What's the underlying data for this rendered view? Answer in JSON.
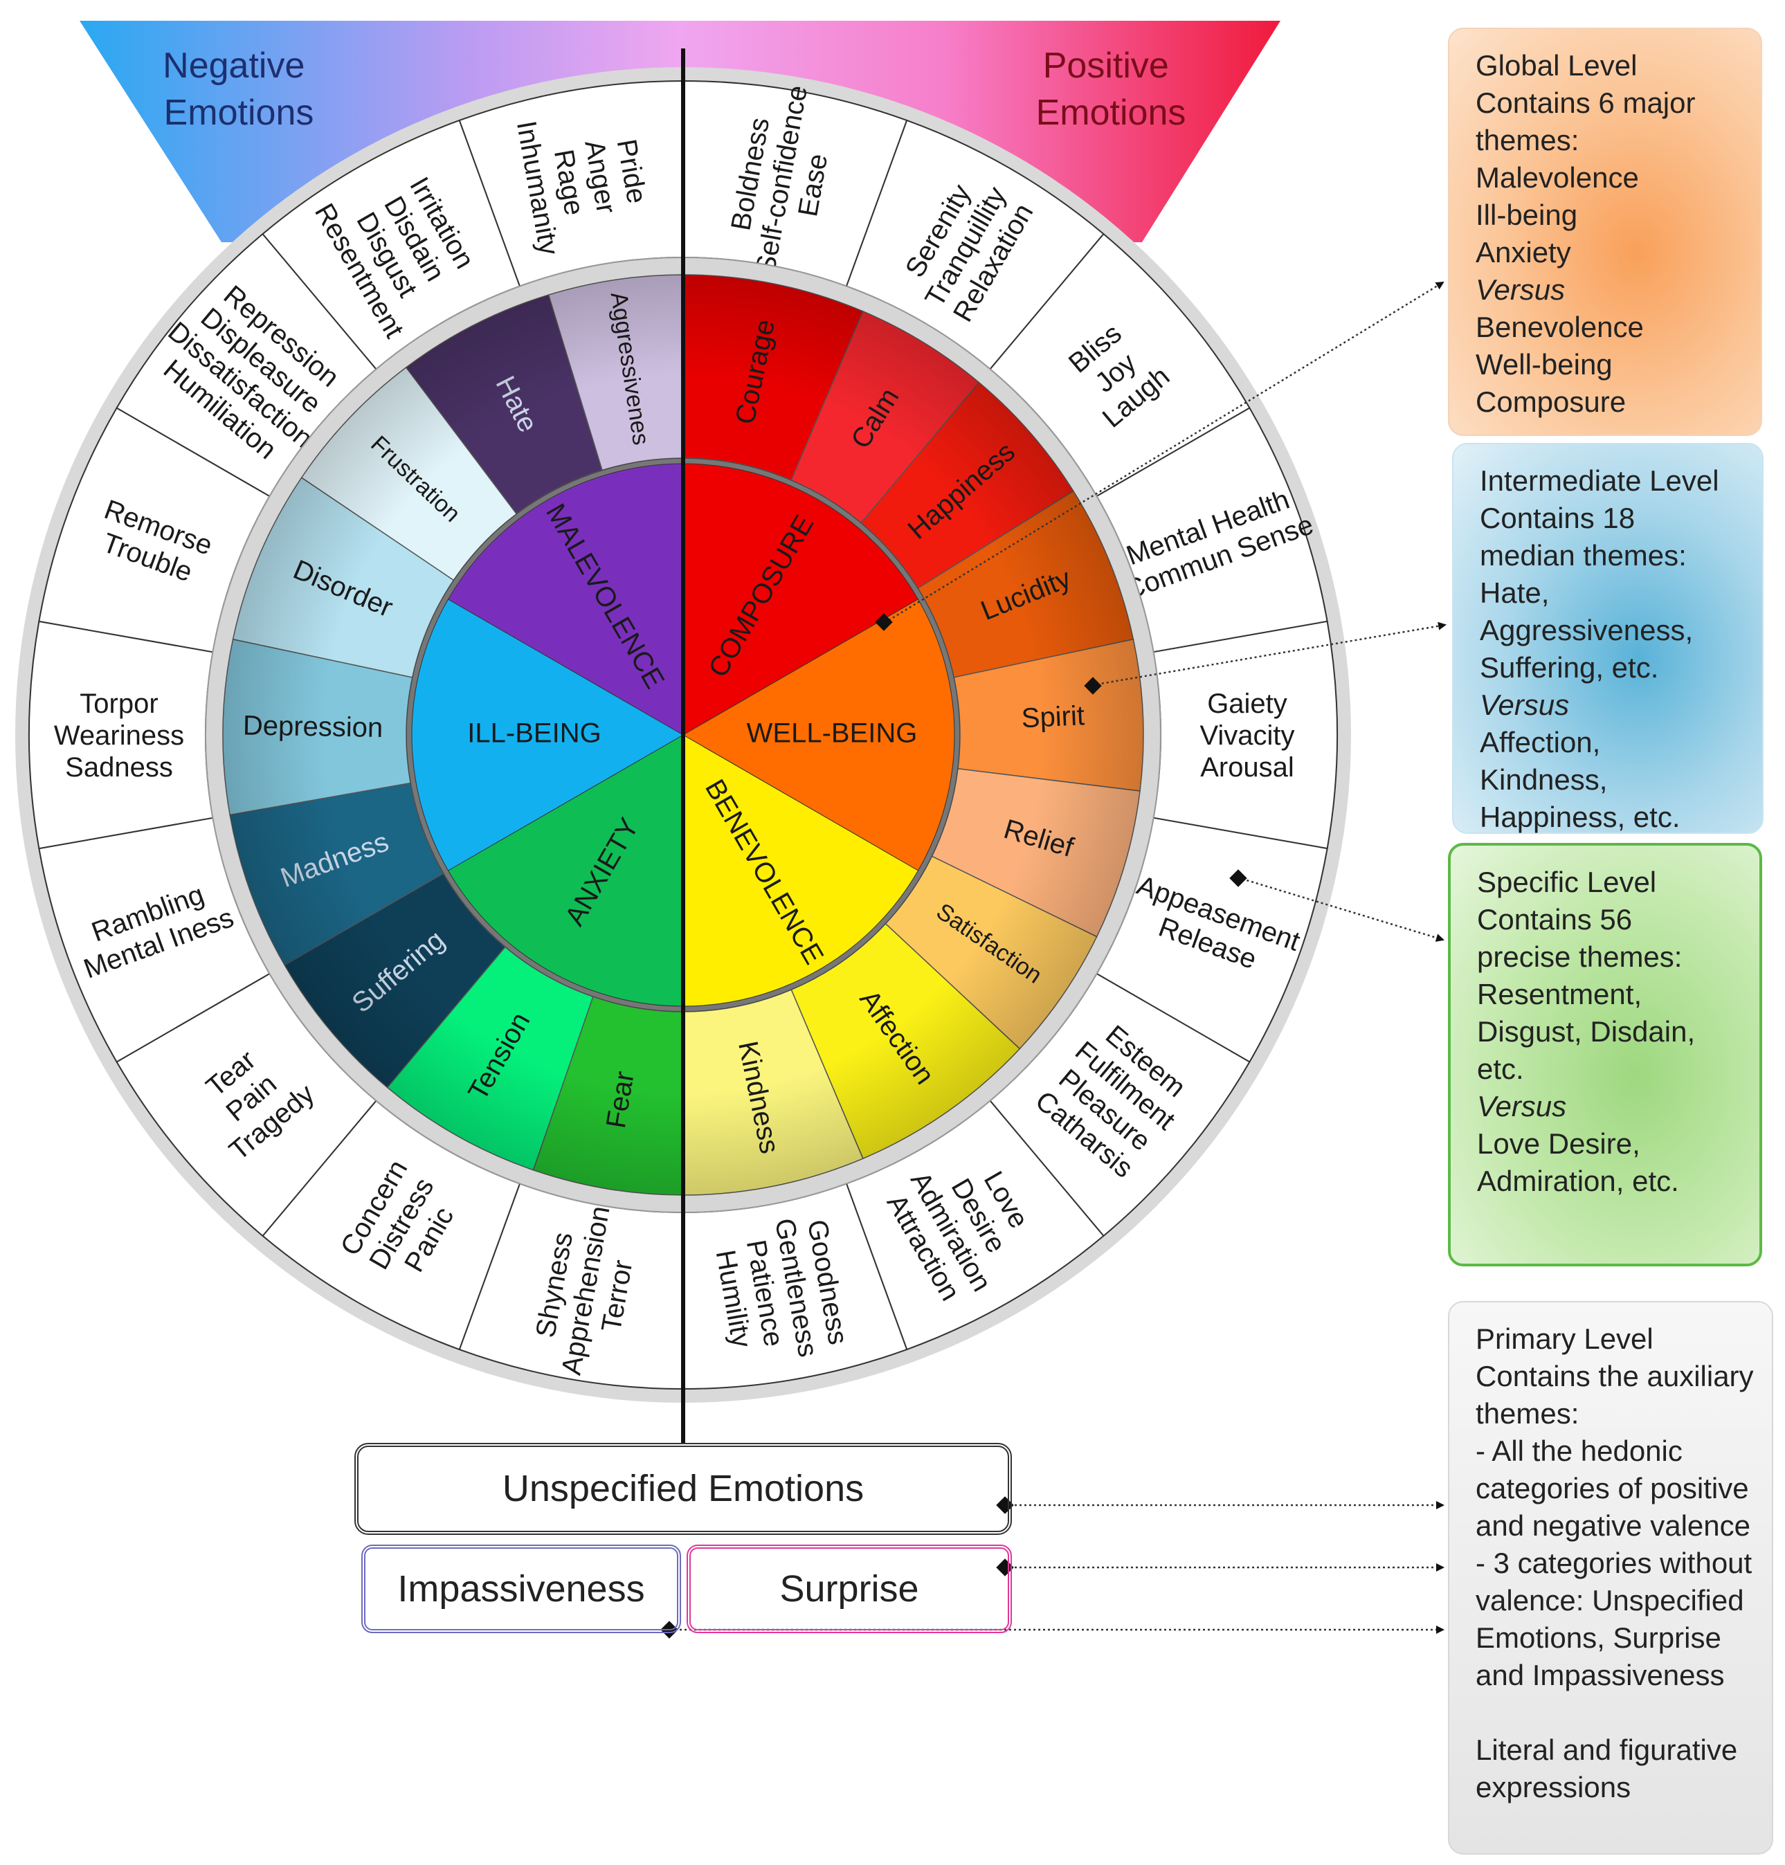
{
  "colors": {
    "composure": "#ee0000",
    "well_being": "#ff6d00",
    "benevolence": "#ffee00",
    "anxiety": "#0fbd55",
    "ill_being": "#13b0f0",
    "malevolence": "#7a2fbc"
  },
  "header": {
    "negative_lines": [
      "Negative",
      "Emotions"
    ],
    "positive_lines": [
      "Positive",
      "Emotions"
    ]
  },
  "wheel": {
    "global": [
      {
        "label": "COMPOSURE",
        "color": "#ee0000"
      },
      {
        "label": "WELL-BEING",
        "color": "#ff6d00"
      },
      {
        "label": "BENEVOLENCE",
        "color": "#ffee00"
      },
      {
        "label": "ANXIETY",
        "color": "#0fbd55"
      },
      {
        "label": "ILL-BEING",
        "color": "#13b0f0"
      },
      {
        "label": "MALEVOLENCE",
        "color": "#7a2fbc"
      }
    ],
    "intermediate": [
      {
        "label": "Courage",
        "color": "#e80000"
      },
      {
        "label": "Calm",
        "color": "#f5272e"
      },
      {
        "label": "Happiness",
        "color": "#f01b0d"
      },
      {
        "label": "Lucidity",
        "color": "#e65a0a"
      },
      {
        "label": "Spirit",
        "color": "#fb8f3c"
      },
      {
        "label": "Relief",
        "color": "#fcb17c"
      },
      {
        "label": "Satisfaction",
        "color": "#fcc95e"
      },
      {
        "label": "Affection",
        "color": "#fbf116"
      },
      {
        "label": "Kindness",
        "color": "#fbf57e"
      },
      {
        "label": "Fear",
        "color": "#23c02f"
      },
      {
        "label": "Tension",
        "color": "#04f07b"
      },
      {
        "label": "Suffering",
        "color": "#0e3f57"
      },
      {
        "label": "Madness",
        "color": "#1b6585"
      },
      {
        "label": "Depression",
        "color": "#82c6dc"
      },
      {
        "label": "Disorder",
        "color": "#b5e1f0"
      },
      {
        "label": "Frustration",
        "color": "#e1f4fa"
      },
      {
        "label": "Hate",
        "color": "#4a3266"
      },
      {
        "label": "Aggressivenes",
        "color": "#cdbfe0"
      }
    ],
    "specific": [
      {
        "lines": [
          "Boldness",
          "Self-confidence",
          "Ease"
        ]
      },
      {
        "lines": [
          "Serenity",
          "Tranquillity",
          "Relaxation"
        ]
      },
      {
        "lines": [
          "Bliss",
          "Joy",
          "Laugh"
        ]
      },
      {
        "lines": [
          "Mental Health",
          "Commun Sense"
        ]
      },
      {
        "lines": [
          "Gaiety",
          "Vivacity",
          "Arousal"
        ]
      },
      {
        "lines": [
          "Appeasement",
          "Release"
        ]
      },
      {
        "lines": [
          "Esteem",
          "Fulfilment",
          "Pleasure",
          "Catharsis"
        ]
      },
      {
        "lines": [
          "Love",
          "Desire",
          "Admiration",
          "Attraction"
        ]
      },
      {
        "lines": [
          "Goodness",
          "Gentleness",
          "Patience",
          "Humility"
        ]
      },
      {
        "lines": [
          "Shyness",
          "Apprehension",
          "Terror"
        ]
      },
      {
        "lines": [
          "Concern",
          "Distress",
          "Panic"
        ]
      },
      {
        "lines": [
          "Tear",
          "Pain",
          "Tragedy"
        ]
      },
      {
        "lines": [
          "Rambling",
          "Mental Iness"
        ]
      },
      {
        "lines": [
          "Torpor",
          "Weariness",
          "Sadness"
        ]
      },
      {
        "lines": [
          "Remorse",
          "Trouble"
        ]
      },
      {
        "lines": [
          "Repression",
          "Displeasure",
          "Dissatisfaction",
          "Humiliation"
        ]
      },
      {
        "lines": [
          "Irritation",
          "Disdain",
          "Disgust",
          "Resentment"
        ]
      },
      {
        "lines": [
          "Pride",
          "Anger",
          "Rage",
          "Inhumanity"
        ]
      }
    ]
  },
  "primary": {
    "unspecified": "Unspecified  Emotions",
    "impassiveness": "Impassiveness",
    "surprise": "Surprise"
  },
  "boxes": {
    "global": [
      {
        "t": "Global Level"
      },
      {
        "t": "Contains 6 major"
      },
      {
        "t": "themes:"
      },
      {
        "t": "Malevolence"
      },
      {
        "t": "Ill-being"
      },
      {
        "t": "Anxiety"
      },
      {
        "t": "Versus",
        "italic": true
      },
      {
        "t": "Benevolence"
      },
      {
        "t": "Well-being"
      },
      {
        "t": "Composure"
      }
    ],
    "intermediate": [
      {
        "t": "Intermediate Level"
      },
      {
        "t": "Contains 18"
      },
      {
        "t": "median themes:"
      },
      {
        "t": "Hate,"
      },
      {
        "t": "Aggressiveness,"
      },
      {
        "t": "Suffering, etc."
      },
      {
        "t": "Versus",
        "italic": true
      },
      {
        "t": "Affection,"
      },
      {
        "t": "Kindness,"
      },
      {
        "t": "Happiness, etc."
      }
    ],
    "specific": [
      {
        "t": "Specific Level"
      },
      {
        "t": "Contains 56"
      },
      {
        "t": "precise themes:"
      },
      {
        "t": "Resentment,"
      },
      {
        "t": "Disgust, Disdain,"
      },
      {
        "t": "etc."
      },
      {
        "t": "Versus",
        "italic": true
      },
      {
        "t": "Love  Desire,"
      },
      {
        "t": "Admiration, etc."
      }
    ],
    "primary": [
      {
        "t": "Primary Level"
      },
      {
        "t": "Contains the auxiliary"
      },
      {
        "t": "themes:"
      },
      {
        "t": "- All the hedonic"
      },
      {
        "t": "categories of positive"
      },
      {
        "t": "and negative valence"
      },
      {
        "t": "- 3 categories without"
      },
      {
        "t": "valence: Unspecified"
      },
      {
        "t": "Emotions, Surprise"
      },
      {
        "t": "and Impassiveness"
      },
      {
        "t": ""
      },
      {
        "t": "Literal and figurative"
      },
      {
        "t": "expressions"
      }
    ]
  }
}
